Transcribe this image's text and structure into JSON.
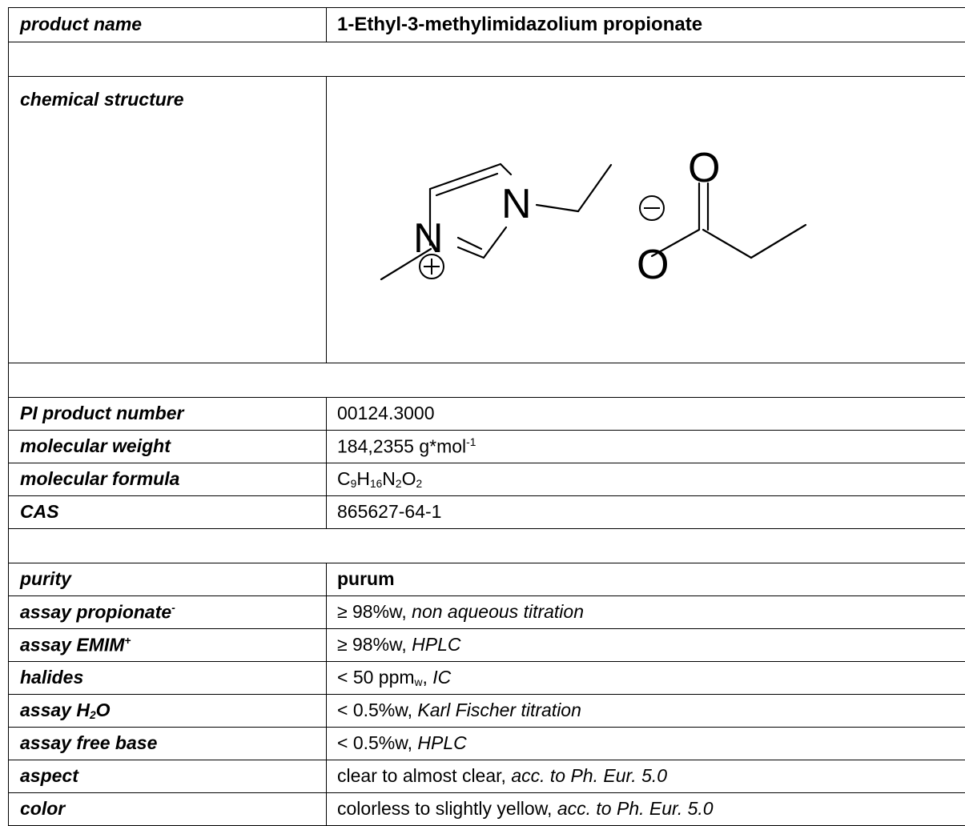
{
  "rows": {
    "product_name": {
      "label": "product name",
      "value": "1-Ethyl-3-methylimidazolium propionate"
    },
    "chemical_structure": {
      "label": "chemical structure",
      "atoms": {
        "n1": "N",
        "n3": "N",
        "o_double": "O",
        "o_single": "O"
      }
    },
    "product_number": {
      "label": "PI product number",
      "value": "00124.3000"
    },
    "molecular_weight": {
      "label": "molecular weight",
      "value": "184,2355 g*mol",
      "unit_exp": "-1"
    },
    "molecular_formula": {
      "label": "molecular formula",
      "parts": [
        {
          "el": "C",
          "n": "9"
        },
        {
          "el": "H",
          "n": "16"
        },
        {
          "el": "N",
          "n": "2"
        },
        {
          "el": "O",
          "n": "2"
        }
      ]
    },
    "cas": {
      "label": "CAS",
      "value": "865627-64-1"
    },
    "purity": {
      "label": "purity",
      "value": "purum"
    },
    "assay_propionate": {
      "label": "assay propionate",
      "label_sup": "-",
      "value": "≥ 98%w, ",
      "method": "non aqueous titration"
    },
    "assay_emim": {
      "label": "assay EMIM",
      "label_sup": "+",
      "value": "≥ 98%w, ",
      "method": "HPLC"
    },
    "halides": {
      "label": "halides",
      "value": "< 50 ppm",
      "value_sub": "w",
      "value_tail": ", ",
      "method": "IC"
    },
    "assay_h2o": {
      "label_pre": "assay H",
      "label_sub": "2",
      "label_post": "O",
      "value": "< 0.5%w, ",
      "method": "Karl Fischer titration"
    },
    "assay_free_base": {
      "label": "assay free base",
      "value": "< 0.5%w, ",
      "method": "HPLC"
    },
    "aspect": {
      "label": "aspect",
      "value": "clear to almost clear, ",
      "method": "acc. to Ph. Eur. 5.0"
    },
    "color": {
      "label": "color",
      "value": "colorless to slightly yellow, ",
      "method": "acc. to Ph. Eur. 5.0"
    }
  }
}
